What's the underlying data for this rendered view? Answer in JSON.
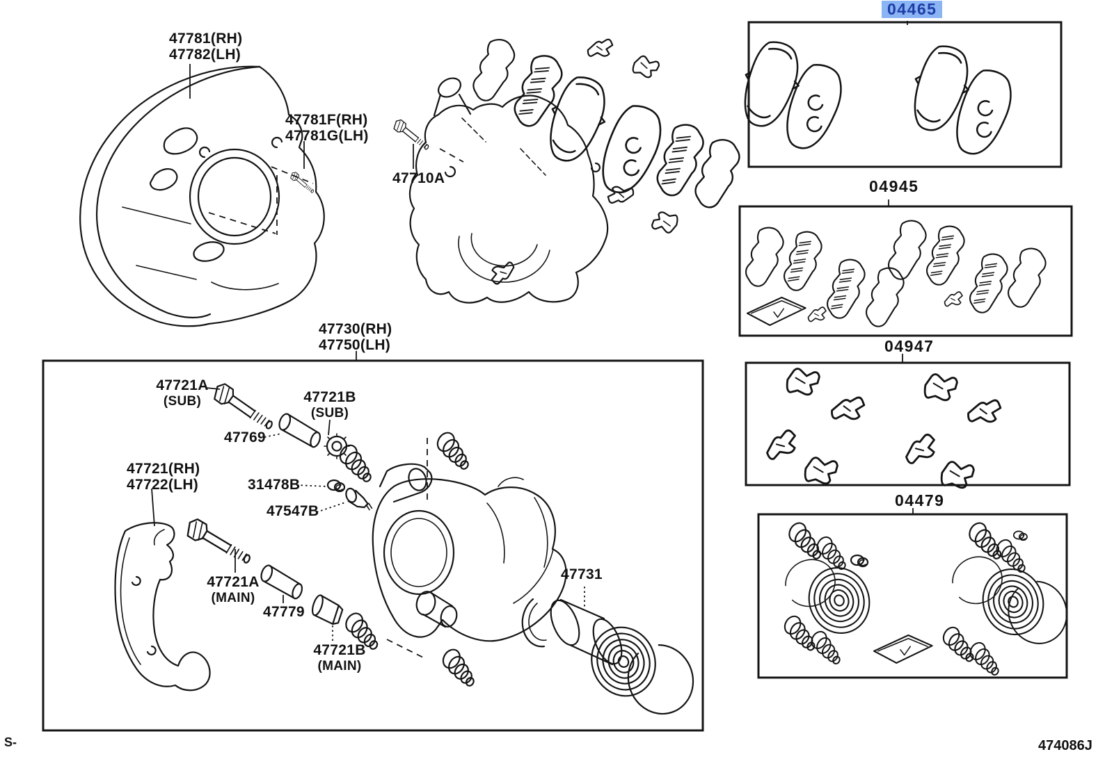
{
  "page": {
    "footer_left": "S-",
    "footer_right": "474086J"
  },
  "colors": {
    "line": "#141414",
    "highlight_bg": "#8ab4f4",
    "highlight_text": "#1d3da6"
  },
  "labels": {
    "dust_shield": {
      "line1": "47781(RH)",
      "line2": "47782(LH)"
    },
    "shield_bolt": {
      "line1": "47781F(RH)",
      "line2": "47781G(LH)"
    },
    "hub_bolt": "47710A",
    "caliper_assembly": {
      "line1": "47730(RH)",
      "line2": "47750(LH)"
    },
    "pin_bolt_sub": {
      "line1": "47721A",
      "line2": "(SUB)"
    },
    "collar_sub": {
      "line1": "47721B",
      "line2": "(SUB)"
    },
    "slide_bush": "47769",
    "mounting_bracket": {
      "line1": "47721(RH)",
      "line2": "47722(LH)"
    },
    "bleeder_cap": "31478B",
    "bleeder_plug": "47547B",
    "pin_bolt_main": {
      "line1": "47721A",
      "line2": "(MAIN)"
    },
    "slide_pin": "47779",
    "collar_main": {
      "line1": "47721B",
      "line2": "(MAIN)"
    },
    "piston": "47731",
    "pad_kit": "04465",
    "shim_kit": "04945",
    "fitting_kit": "04947",
    "cylinder_kit": "04479"
  }
}
